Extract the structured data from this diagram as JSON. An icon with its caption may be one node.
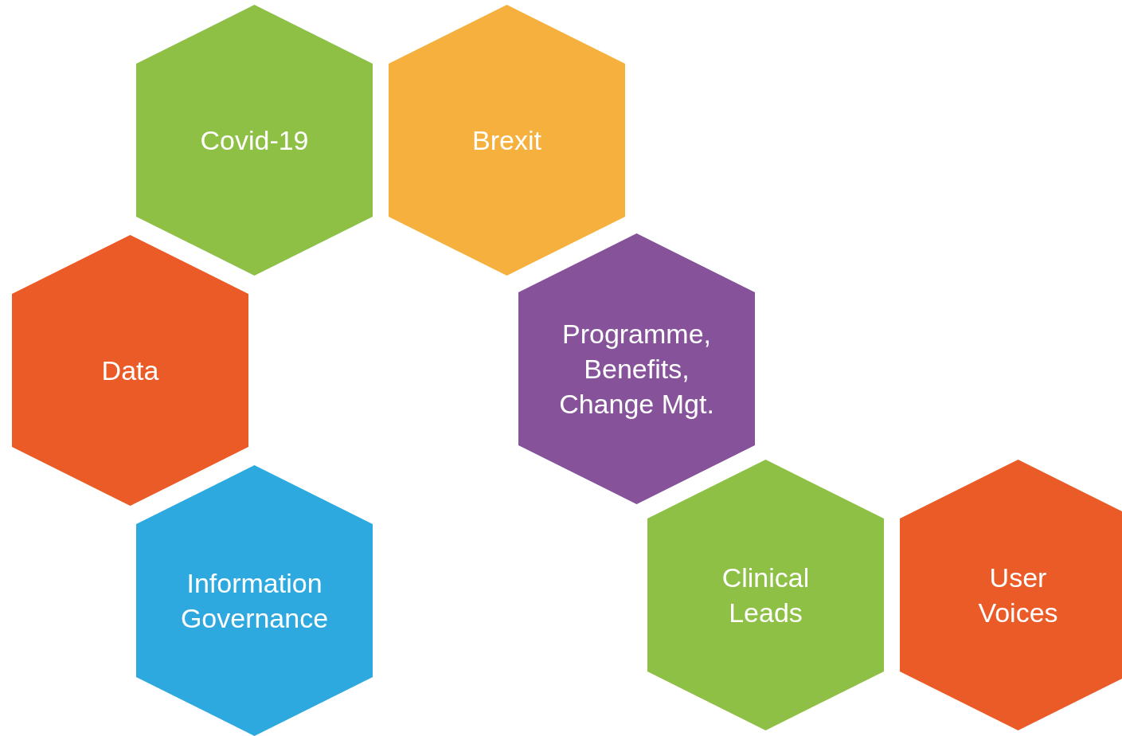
{
  "diagram": {
    "nodes": [
      {
        "text": [
          "Covid-19"
        ]
      },
      {
        "text": [
          "Brexit"
        ]
      },
      {
        "text": [
          "Data"
        ]
      },
      {
        "text": [
          "Programme, Benefits, Change Mgt."
        ]
      },
      {
        "text": [
          "Information Governance"
        ]
      },
      {
        "text": [
          "Clinical Leads"
        ]
      },
      {
        "text": [
          "User Voices"
        ]
      }
    ]
  }
}
